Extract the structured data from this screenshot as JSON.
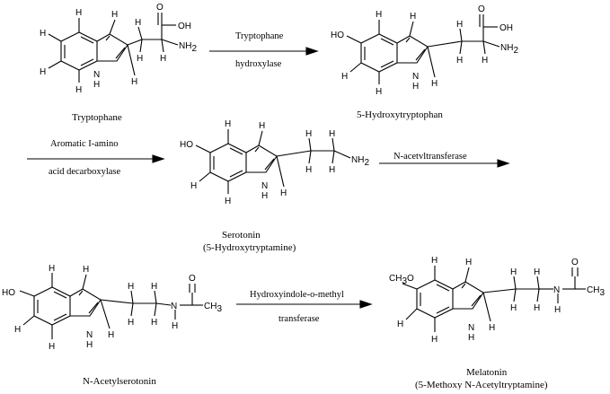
{
  "molecules": {
    "tryptophane": "Tryptophane",
    "hydroxytryptophan": "5-Hydroxytryptophan",
    "serotonin": "Serotonin",
    "serotonin_alt": "(5-Hydroxytryptamine)",
    "acetylserotonin": "N-Acetylserotonin",
    "melatonin": "Melatonin",
    "melatonin_alt": "(5-Methoxy N-Acetyltryptamine)"
  },
  "enzymes": {
    "e1_line1": "Tryptophane",
    "e1_line2": "hydroxylase",
    "e2_line1": "Aromatic I-amino",
    "e2_line2": "acid decarboxylase",
    "e3_line1": "N-acetvltransferase",
    "e4_line1": "Hydroxyindole-o-methyl",
    "e4_line2": "transferase"
  },
  "atoms": {
    "H": "H",
    "O": "O",
    "OH": "OH",
    "HO": "HO",
    "C": "C",
    "N": "N",
    "NH2": "NH",
    "sub2": "2",
    "CH3": "CH",
    "sub3": "3",
    "OCH3": "CH",
    "OCH3_tail": "O"
  }
}
